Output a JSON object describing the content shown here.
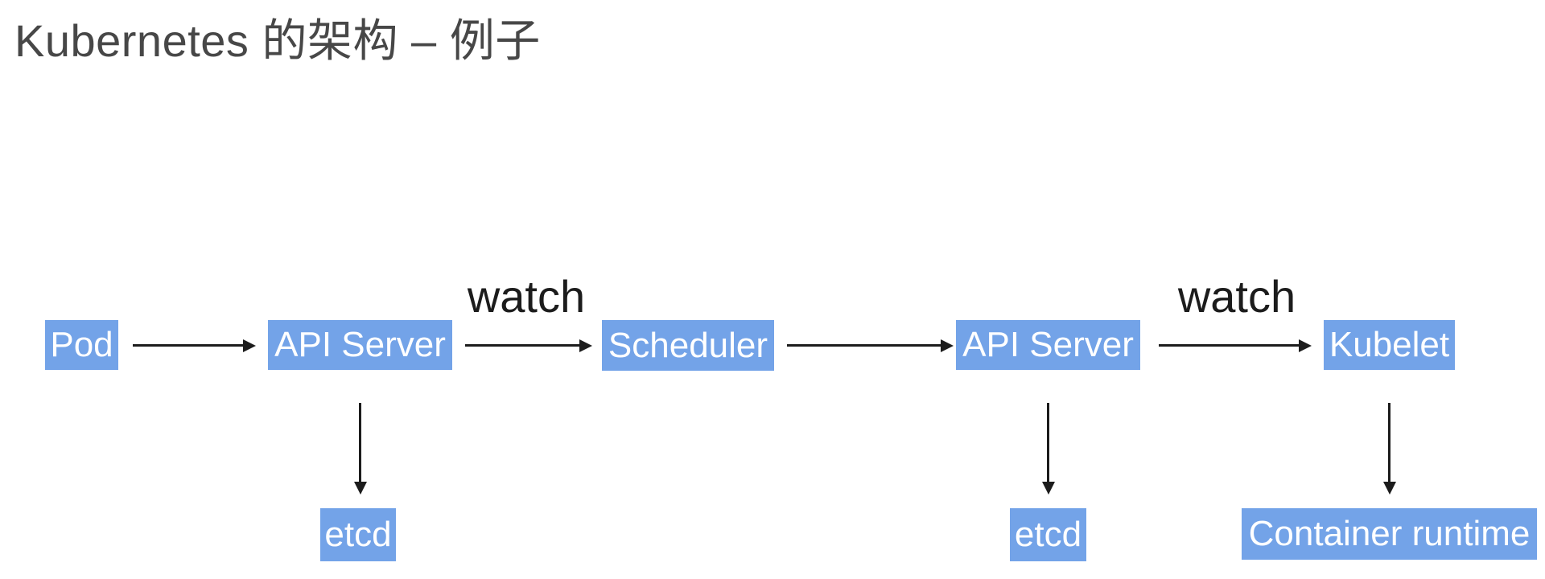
{
  "slide": {
    "title": "Kubernetes 的架构 – 例子"
  },
  "diagram": {
    "colors": {
      "node_fill": "#73a3e8",
      "node_text": "#ffffff",
      "line": "#1c1c1c",
      "title_text": "#474747",
      "background": "#ffffff"
    },
    "nodes": [
      {
        "id": "pod",
        "label": "Pod"
      },
      {
        "id": "api-server-1",
        "label": "API Server"
      },
      {
        "id": "scheduler",
        "label": "Scheduler"
      },
      {
        "id": "api-server-2",
        "label": "API Server"
      },
      {
        "id": "kubelet",
        "label": "Kubelet"
      },
      {
        "id": "etcd-1",
        "label": "etcd"
      },
      {
        "id": "etcd-2",
        "label": "etcd"
      },
      {
        "id": "container-runtime",
        "label": "Container runtime"
      }
    ],
    "edges": [
      {
        "from": "pod",
        "to": "api-server-1",
        "label": ""
      },
      {
        "from": "api-server-1",
        "to": "scheduler",
        "label": "watch"
      },
      {
        "from": "scheduler",
        "to": "api-server-2",
        "label": ""
      },
      {
        "from": "api-server-2",
        "to": "kubelet",
        "label": "watch"
      },
      {
        "from": "api-server-1",
        "to": "etcd-1",
        "label": ""
      },
      {
        "from": "api-server-2",
        "to": "etcd-2",
        "label": ""
      },
      {
        "from": "kubelet",
        "to": "container-runtime",
        "label": ""
      }
    ]
  }
}
